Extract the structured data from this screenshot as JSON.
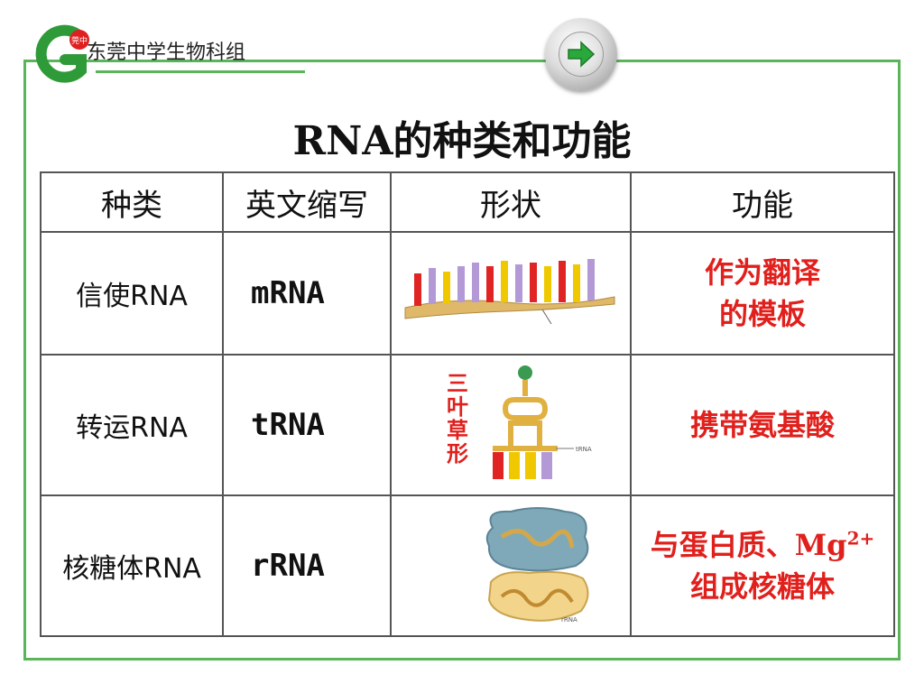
{
  "header": {
    "logo_badge": "莞中",
    "school_name": "东莞中学生物科组",
    "next_button": "arrow-right-icon"
  },
  "title": "RNA的种类和功能",
  "table": {
    "headers": [
      "种类",
      "英文缩写",
      "形状",
      "功能"
    ],
    "rows": [
      {
        "type": "信使RNA",
        "abbr": "mRNA",
        "shape_label": "",
        "function": [
          "作为翻译",
          "的模板"
        ]
      },
      {
        "type": "转运RNA",
        "abbr": "tRNA",
        "shape_label": "三叶草形",
        "shape_tag": "tRNA",
        "function": [
          "携带氨基酸"
        ]
      },
      {
        "type": "核糖体RNA",
        "abbr": "rRNA",
        "shape_label": "",
        "shape_tag": "rRNA",
        "function": [
          "与蛋白质、Mg",
          "组成核糖体"
        ],
        "function_sup": "2+"
      }
    ]
  },
  "colors": {
    "frame": "#5ab55a",
    "accent_red": "#e0201c"
  }
}
